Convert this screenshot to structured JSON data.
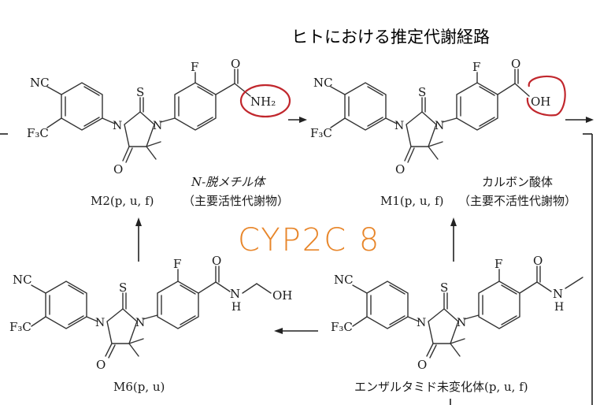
{
  "title": "ヒトにおける推定代謝経路",
  "annotation": "CYP2C 8",
  "colors": {
    "highlight": "#c1272d",
    "annotation": "#e8862a",
    "ink": "#1a1a1a"
  },
  "molecules": {
    "m2": {
      "groups": [
        "NC",
        "F₃C",
        "F",
        "S",
        "O",
        "O",
        "NH₂",
        "N",
        "N"
      ],
      "desc": "N-脱メチル体",
      "name": "M2(p, u, f)",
      "note": "（主要活性代謝物）"
    },
    "m1": {
      "groups": [
        "NC",
        "F₃C",
        "F",
        "S",
        "O",
        "O",
        "OH",
        "N",
        "N"
      ],
      "desc": "カルボン酸体",
      "name": "M1(p, u, f)",
      "note": "（主要不活性代謝物）"
    },
    "m6": {
      "groups": [
        "NC",
        "F₃C",
        "F",
        "S",
        "O",
        "O",
        "N",
        "H",
        "OH",
        "N",
        "N"
      ],
      "name": "M6(p, u)"
    },
    "parent": {
      "groups": [
        "NC",
        "F₃C",
        "F",
        "S",
        "O",
        "O",
        "N",
        "H",
        "N",
        "N"
      ],
      "name": "エンザルタミド未変化体(p, u, f)"
    }
  }
}
